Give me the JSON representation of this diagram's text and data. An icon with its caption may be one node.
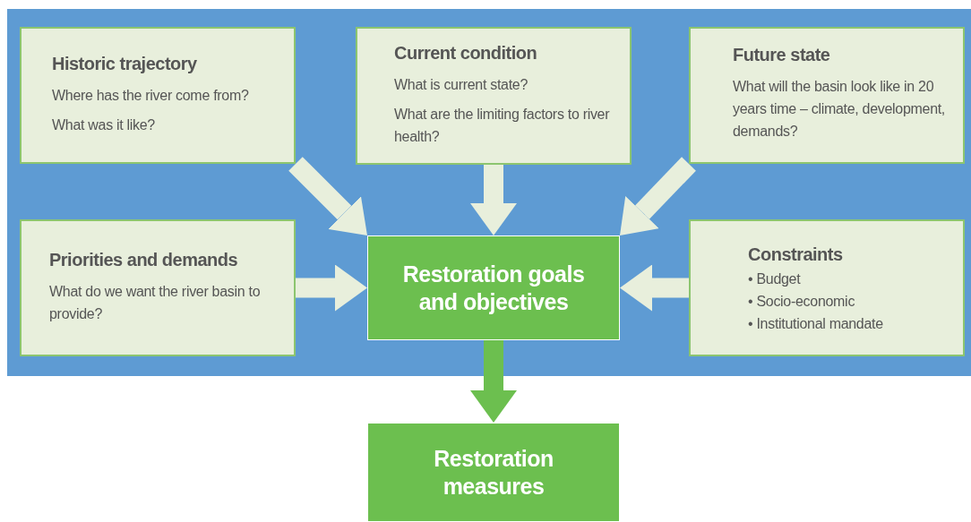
{
  "diagram": {
    "nodes": [
      {
        "text": [
          "Historic trajectory",
          "Where has the river come from?",
          "What was it like?"
        ]
      },
      {
        "text": [
          "Current condition",
          "What is current state?",
          "What are the limiting factors to river health?"
        ]
      },
      {
        "text": [
          "Future state",
          "What will the basin look like in 20 years time – climate, development, demands?"
        ]
      },
      {
        "text": [
          "Priorities and demands",
          "What do we want the river basin to provide?"
        ]
      },
      {
        "text": [
          "Restoration goals and objectives"
        ]
      },
      {
        "text": [
          "Constraints",
          "• Budget",
          "• Socio-economic",
          "• Institutional mandate"
        ]
      },
      {
        "text": [
          "Restoration measures"
        ]
      }
    ],
    "edges": [
      {
        "from": 0,
        "to": 4,
        "arrow": "to"
      },
      {
        "from": 1,
        "to": 4,
        "arrow": "to"
      },
      {
        "from": 2,
        "to": 4,
        "arrow": "to"
      },
      {
        "from": 3,
        "to": 4,
        "arrow": "to"
      },
      {
        "from": 5,
        "to": 4,
        "arrow": "to"
      },
      {
        "from": 4,
        "to": 6,
        "arrow": "to",
        "color": "#6cbf4f"
      }
    ]
  }
}
